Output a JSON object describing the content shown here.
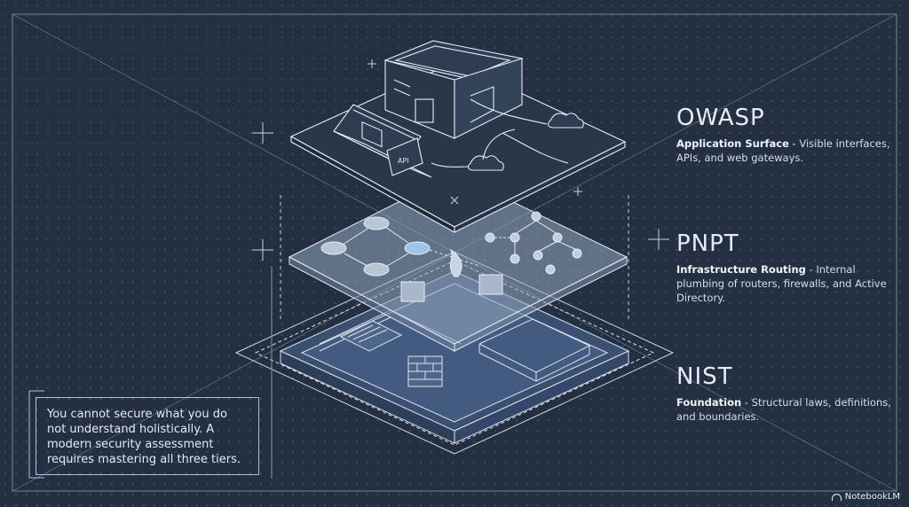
{
  "tiers": [
    {
      "title": "OWASP",
      "label": "Application Surface",
      "desc": " - Visible interfaces, APIs, and web gateways."
    },
    {
      "title": "PNPT",
      "label": "Infrastructure Routing",
      "desc": " - Internal plumbing of routers, firewalls, and Active Directory."
    },
    {
      "title": "NIST",
      "label": "Foundation",
      "desc": " - Structural laws, definitions, and boundaries."
    }
  ],
  "api_label": "API",
  "callout": "You cannot secure what you do not understand holistically. A modern security assessment requires mastering all three tiers.",
  "watermark": "NotebookLM",
  "colors": {
    "background": "#243041",
    "line": "#dbe4ee",
    "accent": "#7fb0e0",
    "mid_layer": "#8fa3b8",
    "base_layer": "#3d5275"
  }
}
